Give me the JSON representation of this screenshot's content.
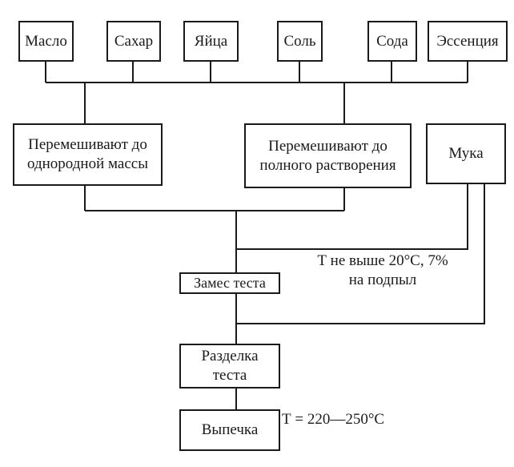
{
  "ingredients": {
    "butter": "Масло",
    "sugar": "Сахар",
    "eggs": "Яйца",
    "salt": "Соль",
    "soda": "Сода",
    "essence": "Эссенция"
  },
  "steps": {
    "mix_homogeneous": "Перемешивают до\nоднородной массы",
    "mix_dissolve": "Перемешивают до\nполного растворения",
    "flour": "Мука",
    "kneading": "Замес теста",
    "dividing": "Разделка\nтеста",
    "baking": "Выпечка"
  },
  "notes": {
    "kneading_conditions": "Т не выше 20°С, 7%\nна  подпыл",
    "baking_temperature": "Т = 220—250°С"
  }
}
